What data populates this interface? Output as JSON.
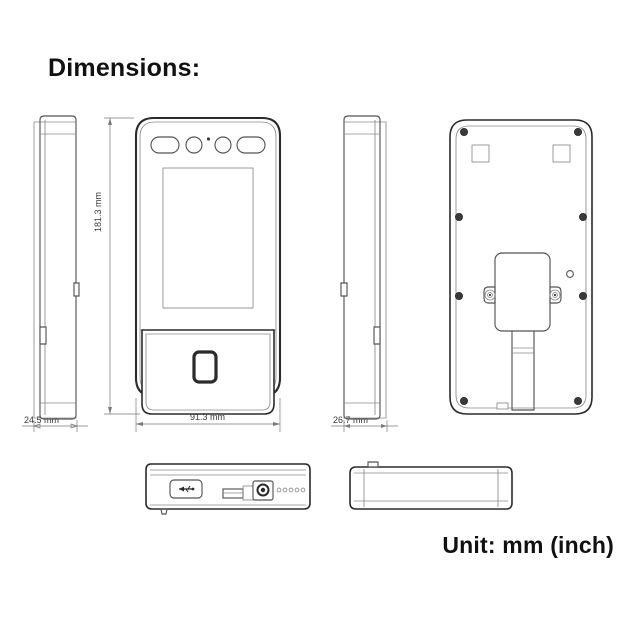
{
  "document": {
    "title": "Dimensions:",
    "unit_note": "Unit: mm (inch)",
    "drawing_type": "orthographic-dimension-drawing",
    "subject": "face-recognition-access-control-terminal"
  },
  "dimensions": {
    "height": "181.3 mm",
    "width": "91.3 mm",
    "depth_left_view": "24.5 mm",
    "depth_right_view": "26.7 mm"
  },
  "views": [
    {
      "name": "left-side-view",
      "label": "left-side-view"
    },
    {
      "name": "front-view",
      "label": "front-view"
    },
    {
      "name": "right-side-view",
      "label": "right-side-view"
    },
    {
      "name": "rear-view",
      "label": "rear-view"
    },
    {
      "name": "bottom-view",
      "label": "bottom-view"
    },
    {
      "name": "top-view",
      "label": "top-view"
    }
  ],
  "front_features": [
    "ir-illuminator-left",
    "camera-lens-left",
    "status-led",
    "camera-lens-right",
    "ir-illuminator-right",
    "lcd-screen",
    "fingerprint-sensor"
  ],
  "rear_features": [
    "screw-hole",
    "square-cutout-left",
    "square-cutout-right",
    "mounting-bracket",
    "bracket-screw-left",
    "bracket-screw-right",
    "cable-channel",
    "small-vent-hole"
  ],
  "bottom_features": [
    "usb-port",
    "usb-icon",
    "connector-block",
    "dc-power-jack",
    "terminal-holes"
  ],
  "colors": {
    "outline": "#2b2b2b",
    "thin_line": "#8a8a8a",
    "dimension_line": "#7a7a7a",
    "text": "#111111",
    "dim_text": "#3a3a3a",
    "background": "#ffffff"
  }
}
